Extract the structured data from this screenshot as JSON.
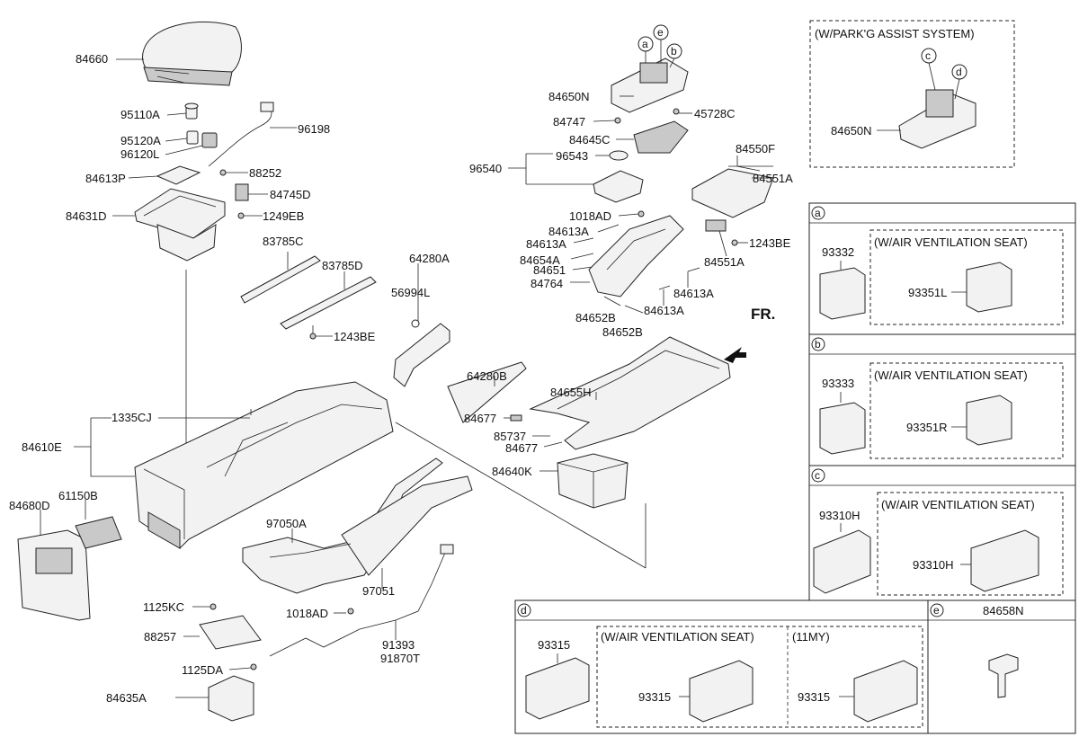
{
  "main_labels": {
    "p84660": "84660",
    "p95110A": "95110A",
    "p96198": "96198",
    "p95120A": "95120A",
    "p96120L": "96120L",
    "p84613P": "84613P",
    "p88252": "88252",
    "p84745D": "84745D",
    "p84631D": "84631D",
    "p1249EB": "1249EB",
    "p83785C": "83785C",
    "p83785D": "83785D",
    "p1243BE_a": "1243BE",
    "p64280A": "64280A",
    "p56994L": "56994L",
    "p64280B": "64280B",
    "p1335CJ": "1335CJ",
    "p84610E": "84610E",
    "p84680D": "84680D",
    "p61150B": "61150B",
    "p97050A": "97050A",
    "p97051": "97051",
    "p1018AD_a": "1018AD",
    "p1125KC": "1125KC",
    "p88257": "88257",
    "p1125DA": "1125DA",
    "p84635A": "84635A",
    "p91393": "91393",
    "p91870T": "91870T",
    "p84650N": "84650N",
    "p84747": "84747",
    "p45728C": "45728C",
    "p84645C": "84645C",
    "p96540": "96540",
    "p96543": "96543",
    "p84550F": "84550F",
    "p84551A_a": "84551A",
    "p1018AD_b": "1018AD",
    "p84613A_a": "84613A",
    "p84613A_b": "84613A",
    "p84654A": "84654A",
    "p84651": "84651",
    "p84764": "84764",
    "p1243BE_b": "1243BE",
    "p84551A_b": "84551A",
    "p84613A_c": "84613A",
    "p84613A_d": "84613A",
    "p84652B_a": "84652B",
    "p84652B_b": "84652B",
    "fr": "FR.",
    "p84655H": "84655H",
    "p84677_a": "84677",
    "p85737": "85737",
    "p84677_b": "84677",
    "p84640K": "84640K"
  },
  "callout_letters": [
    "a",
    "e",
    "b",
    "c",
    "d"
  ],
  "park_assist": {
    "title": "(W/PARK'G ASSIST SYSTEM)",
    "part": "84650N",
    "letters": [
      "c",
      "d"
    ]
  },
  "panels": {
    "a": {
      "letter": "a",
      "part": "93332",
      "sub_title": "(W/AIR VENTILATION SEAT)",
      "sub_part": "93351L"
    },
    "b": {
      "letter": "b",
      "part": "93333",
      "sub_title": "(W/AIR VENTILATION SEAT)",
      "sub_part": "93351R"
    },
    "c": {
      "letter": "c",
      "part": "93310H",
      "sub_title": "(W/AIR VENTILATION SEAT)",
      "sub_part": "93310H"
    },
    "d": {
      "letter": "d",
      "part": "93315",
      "sub_title": "(W/AIR VENTILATION SEAT)",
      "sub_part": "93315",
      "sub2_title": "(11MY)",
      "sub2_part": "93315"
    },
    "e": {
      "letter": "e",
      "part": "84658N"
    }
  }
}
